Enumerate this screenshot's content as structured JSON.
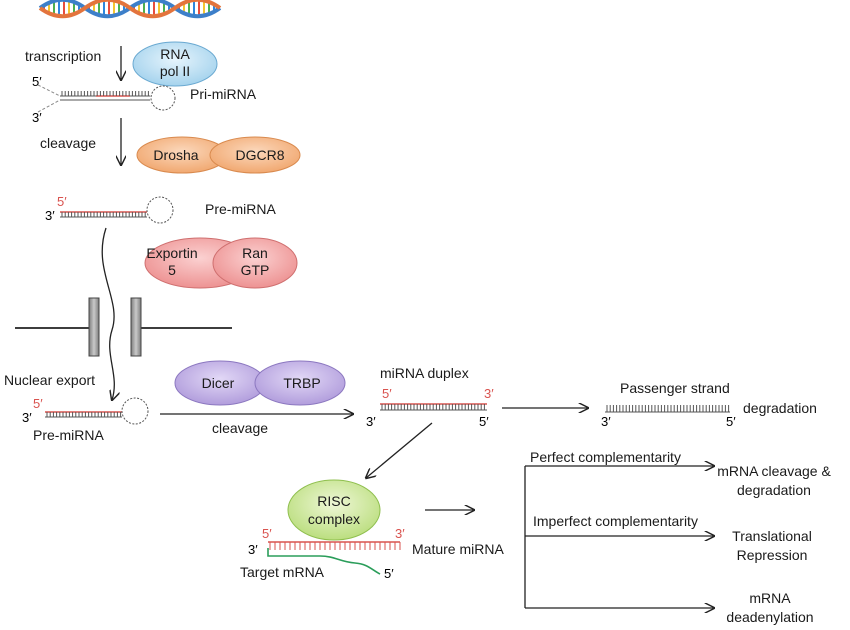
{
  "labels": {
    "transcription": "transcription",
    "pri_mirna": "Pri-miRNA",
    "cleavage_1": "cleavage",
    "pre_mirna": "Pre-miRNA",
    "nuclear_export": "Nuclear export",
    "pre_mirna_2": "Pre-miRNA",
    "cleavage_2": "cleavage",
    "mirna_duplex": "miRNA duplex",
    "passenger_strand": "Passenger strand",
    "degradation": "degradation",
    "perfect_complementarity": "Perfect complementarity",
    "imperfect_complementarity": "Imperfect complementarity",
    "mrna_cleavage_line1": "mRNA cleavage &",
    "mrna_cleavage_line2": "degradation",
    "translational_line1": "Translational",
    "translational_line2": "Repression",
    "deadenylation_line1": "mRNA",
    "deadenylation_line2": "deadenylation",
    "mature_mirna": "Mature miRNA",
    "target_mrna": "Target mRNA"
  },
  "enzymes": {
    "rna_pol_line1": "RNA",
    "rna_pol_line2": "pol II",
    "drosha": "Drosha",
    "dgcr8": "DGCR8",
    "exportin_line1": "Exportin",
    "exportin_line2": "5",
    "ran_line1": "Ran",
    "ran_line2": "GTP",
    "dicer": "Dicer",
    "trbp": "TRBP",
    "risc_line1": "RISC",
    "risc_line2": "complex"
  },
  "ends": {
    "five_prime": "5′",
    "three_prime": "3′"
  },
  "colors": {
    "rna_pol": "#c7e4f5",
    "drosha": "#f5b98a",
    "exportin": "#f2a1a1",
    "dicer": "#c4b3e6",
    "risc": "#cde89a",
    "red_strand": "#d9534f",
    "green_strand": "#2a9d5a",
    "membrane_pore": "#9e9e9e"
  }
}
